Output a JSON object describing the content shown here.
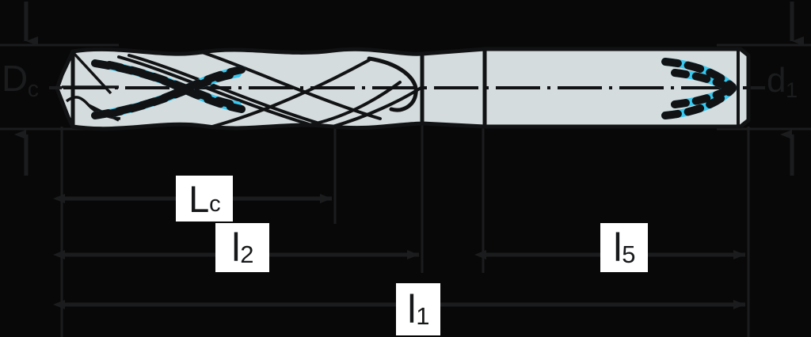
{
  "drawing": {
    "title": "Drill tool technical dimension drawing",
    "subject": "twist-drill-with-internal-coolant-channels",
    "background_color": "#080808",
    "body_fill_color": "#d5dcdd",
    "outline_color": "#111214",
    "coolant_channel_color": "#35c8f0",
    "dimension_line_color": "#1b1c1e",
    "label_background_color": "#ffffff",
    "label_text_color": "#17181a",
    "axis_label_text_color": "#1b1c1e"
  },
  "dimensions": {
    "diameter_cutting": {
      "label": "D",
      "subscript": "c",
      "name": "cutting-diameter",
      "orientation": "vertical",
      "side": "left"
    },
    "diameter_shank": {
      "label": "d",
      "subscript": "1",
      "name": "shank-diameter",
      "orientation": "vertical",
      "side": "right"
    },
    "length_cutting": {
      "label": "L",
      "subscript": "c",
      "name": "cutting-length",
      "orientation": "horizontal",
      "row": 1
    },
    "length_flute": {
      "label": "l",
      "subscript": "2",
      "name": "flute-length",
      "orientation": "horizontal",
      "row": 2
    },
    "length_shank": {
      "label": "l",
      "subscript": "5",
      "name": "shank-length",
      "orientation": "horizontal",
      "row": 2
    },
    "length_overall": {
      "label": "l",
      "subscript": "1",
      "name": "overall-length",
      "orientation": "horizontal",
      "row": 3
    }
  }
}
